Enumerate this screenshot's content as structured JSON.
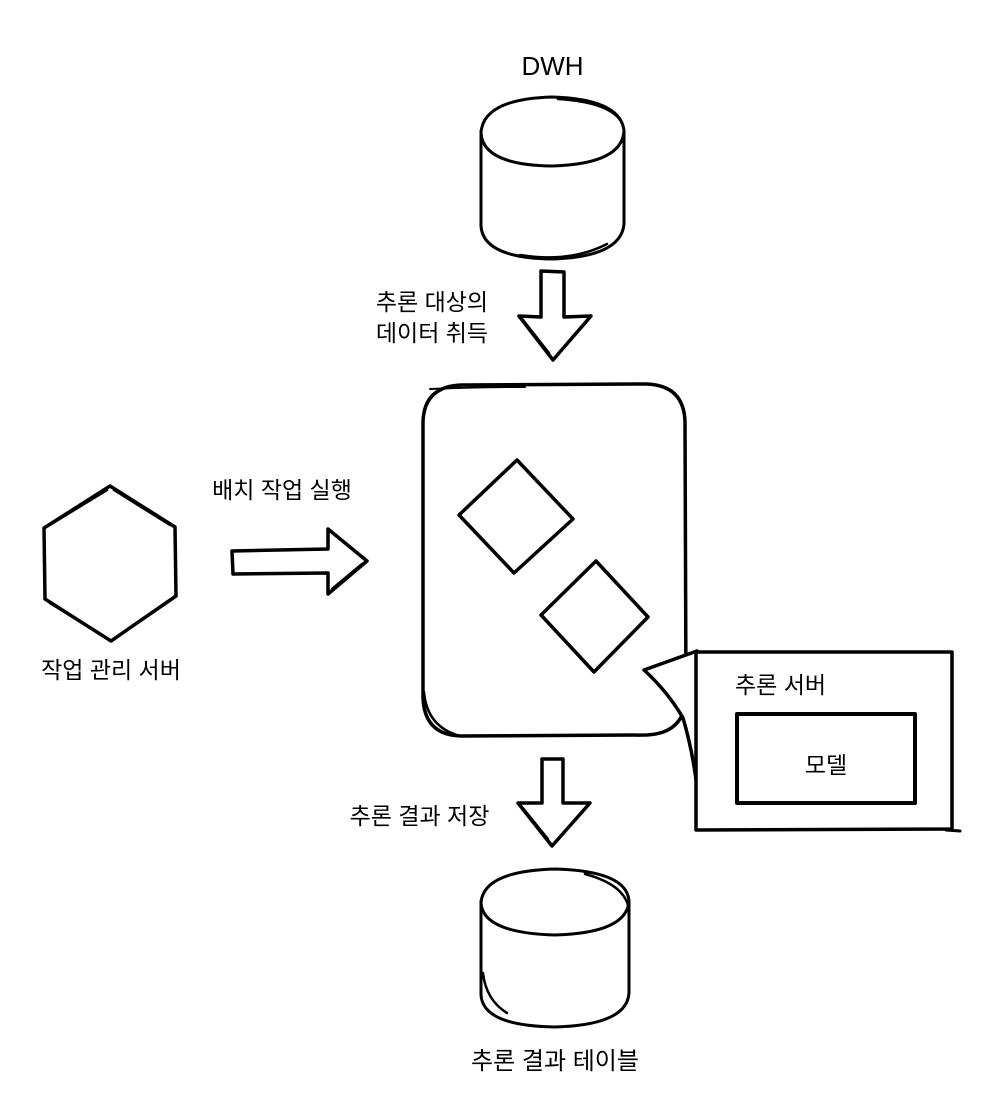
{
  "diagram": {
    "type": "architecture-flow",
    "style": "hand-drawn",
    "colors": {
      "stroke": "#000000",
      "background": "#ffffff",
      "shape_fill": "#ffffff"
    },
    "nodes": {
      "dwh": {
        "label": "DWH",
        "shape": "database-cylinder"
      },
      "job_server": {
        "label": "작업 관리 서버",
        "shape": "hexagon"
      },
      "batch_container": {
        "label": "",
        "shape": "rounded-rectangle-with-two-diamonds"
      },
      "inference_server": {
        "label": "추론 서버",
        "shape": "callout-box"
      },
      "model": {
        "label": "모델",
        "shape": "rectangle"
      },
      "result_table": {
        "label": "추론 결과 테이블",
        "shape": "database-cylinder"
      }
    },
    "edges": {
      "data_fetch": {
        "label": "추론 대상의\n데이터 취득",
        "from": "dwh",
        "to": "batch_container",
        "direction": "down"
      },
      "batch_exec": {
        "label": "배치 작업 실행",
        "from": "job_server",
        "to": "batch_container",
        "direction": "right"
      },
      "save_result": {
        "label": "추론 결과 저장",
        "from": "batch_container",
        "to": "result_table",
        "direction": "down"
      }
    }
  }
}
